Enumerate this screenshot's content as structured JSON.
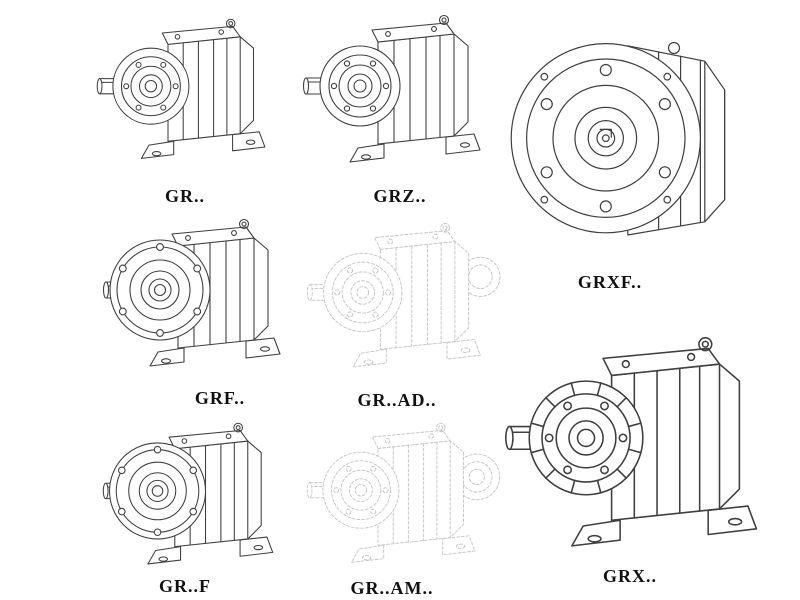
{
  "colors": {
    "background": "#ffffff",
    "line": "#3f3f3f",
    "faded_line": "#c6c6c6",
    "label": "#111111"
  },
  "catalog": {
    "items": [
      {
        "id": "gr",
        "label": "GR.."
      },
      {
        "id": "grz",
        "label": "GRZ.."
      },
      {
        "id": "grxf",
        "label": "GRXF.."
      },
      {
        "id": "grf",
        "label": "GRF.."
      },
      {
        "id": "gr-ad",
        "label": "GR..AD.."
      },
      {
        "id": "gr-f",
        "label": "GR..F"
      },
      {
        "id": "gr-am",
        "label": "GR..AM.."
      },
      {
        "id": "grx",
        "label": "GRX.."
      }
    ]
  }
}
